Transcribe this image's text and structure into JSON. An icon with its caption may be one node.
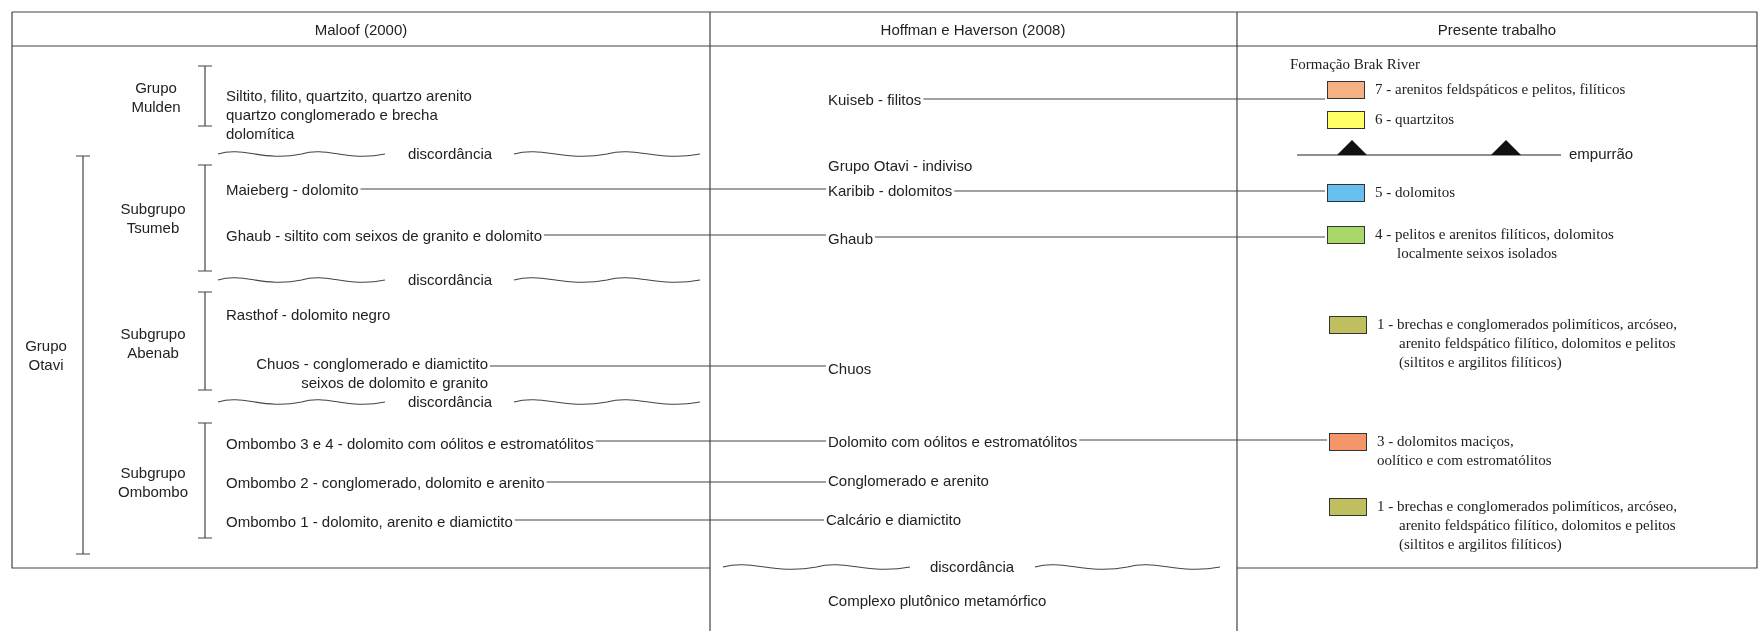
{
  "diagram": {
    "nodes": [
      {
        "text": [
          "Grupo Mulden"
        ]
      },
      {
        "text": [
          "Siltito, filito, quartzito, quartzo arenito quartzo conglomerado e brecha dolomítica"
        ]
      },
      {
        "text": [
          "Subgrupo Tsumeb"
        ]
      },
      {
        "text": [
          "Maieberg - dolomito"
        ]
      },
      {
        "text": [
          "Ghaub - siltito com seixos de granito e dolomito"
        ]
      },
      {
        "text": [
          "Grupo Otavi"
        ]
      },
      {
        "text": [
          "Subgrupo Abenab"
        ]
      },
      {
        "text": [
          "Rasthof - dolomito negro"
        ]
      },
      {
        "text": [
          "Chuos - conglomerado e diamictito seixos de dolomito e granito"
        ]
      },
      {
        "text": [
          "Subgrupo Ombombo"
        ]
      },
      {
        "text": [
          "Ombombo 3 e 4 - dolomito com oólitos e estromatólitos"
        ]
      },
      {
        "text": [
          "Ombombo 2 - conglomerado, dolomito e arenito"
        ]
      },
      {
        "text": [
          "Ombombo 1 - dolomito, arenito e diamictito"
        ]
      },
      {
        "text": [
          "Kuiseb - filitos"
        ]
      },
      {
        "text": [
          "Grupo Otavi - indiviso"
        ]
      },
      {
        "text": [
          "Karibib - dolomitos"
        ]
      },
      {
        "text": [
          "Ghaub"
        ]
      },
      {
        "text": [
          "Chuos"
        ]
      },
      {
        "text": [
          "Dolomito com oólitos e estromatólitos"
        ]
      },
      {
        "text": [
          "Conglomerado e arenito"
        ]
      },
      {
        "text": [
          "Calcário e diamictito"
        ]
      },
      {
        "text": [
          "7 - arenitos feldspáticos e pelitos, filíticos"
        ]
      },
      {
        "text": [
          "6 - quartzitos"
        ]
      },
      {
        "text": [
          "5 - dolomitos"
        ]
      },
      {
        "text": [
          "4 - pelitos e arenitos filíticos, dolomitos localmente seixos isolados"
        ]
      },
      {
        "text": [
          "1 - brechas e conglomerados polimíticos, arcóseo, arenito feldspático filítico, dolomitos e pelitos (siltitos e argilitos filíticos)"
        ]
      },
      {
        "text": [
          "3 - dolomitos maciços, oolítico e com estromatólitos"
        ]
      },
      {
        "text": [
          "1 - brechas e conglomerados polimíticos, arcóseo, arenito feldspático filítico, dolomitos e pelitos (siltitos e argilitos filíticos)"
        ]
      }
    ],
    "edges": [
      {
        "from": 13,
        "to": 21,
        "arrow": "none"
      },
      {
        "from": 3,
        "to": 15,
        "arrow": "none"
      },
      {
        "from": 15,
        "to": 23,
        "arrow": "none"
      },
      {
        "from": 4,
        "to": 16,
        "arrow": "none"
      },
      {
        "from": 16,
        "to": 24,
        "arrow": "none"
      },
      {
        "from": 8,
        "to": 17,
        "arrow": "none"
      },
      {
        "from": 10,
        "to": 18,
        "arrow": "none"
      },
      {
        "from": 18,
        "to": 26,
        "arrow": "none"
      },
      {
        "from": 11,
        "to": 19,
        "arrow": "none"
      },
      {
        "from": 12,
        "to": 20,
        "arrow": "none"
      }
    ],
    "labels": [
      "Maloof (2000)",
      "Hoffman e Haverson (2008)",
      "Presente trabalho",
      "Formação Brak River",
      "discordância",
      "empurrão",
      "discordância",
      "discordância",
      "discordância",
      "Complexo plutônico metamórfico"
    ]
  }
}
